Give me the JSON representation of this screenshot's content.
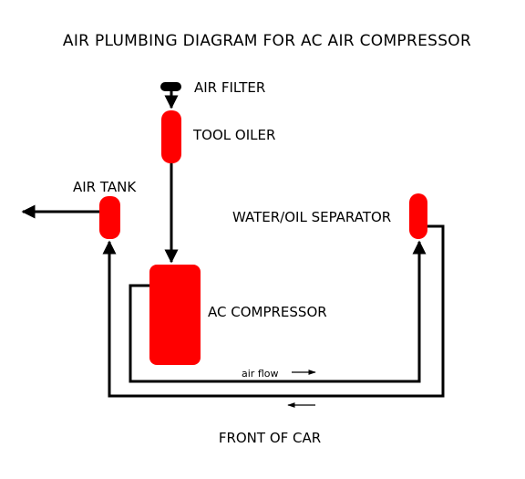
{
  "title": "AIR PLUMBING DIAGRAM FOR AC AIR COMPRESSOR",
  "components": {
    "air_filter": "AIR FILTER",
    "tool_oiler": "TOOL OILER",
    "air_tank": "AIR TANK",
    "water_oil_separator": "WATER/OIL SEPARATOR",
    "ac_compressor": "AC COMPRESSOR"
  },
  "annotations": {
    "air_flow": "air flow",
    "front_of_car": "FRONT OF CAR"
  },
  "colors": {
    "component_fill": "#ff0000",
    "pipe": "#000000",
    "filter": "#000000"
  },
  "icons": {
    "flow_arrow": "arrow-right-icon",
    "reverse_arrow": "arrow-left-icon"
  }
}
